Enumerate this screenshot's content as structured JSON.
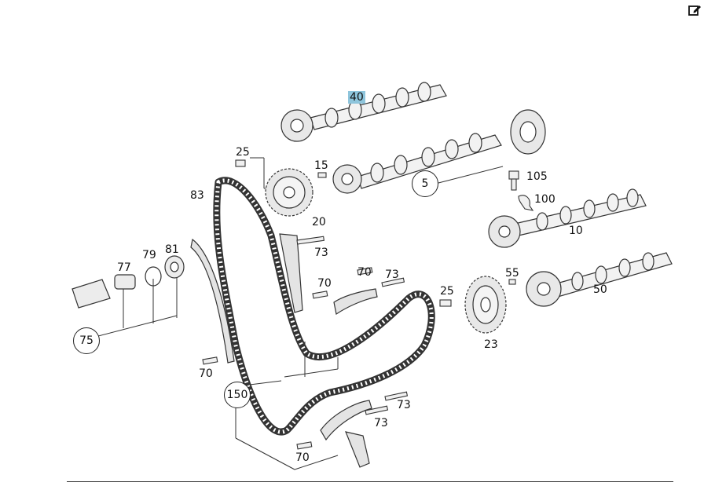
{
  "toolbar": {
    "edit_icon": "edit-icon"
  },
  "diagram": {
    "labels": {
      "p40": "40",
      "p25a": "25",
      "p15": "15",
      "p105": "105",
      "p5": "5",
      "p83": "83",
      "p20": "20",
      "p100": "100",
      "p10": "10",
      "p81": "81",
      "p77": "77",
      "p79": "79",
      "p73a": "73",
      "p70a": "70",
      "p70b": "70",
      "p73b": "73",
      "p25b": "25",
      "p55": "55",
      "p50": "50",
      "p75": "75",
      "p23": "23",
      "p70c": "70",
      "p150": "150",
      "p73c": "73",
      "p73d": "73",
      "p70d": "70"
    },
    "highlight_color": "#8ec5dc"
  }
}
